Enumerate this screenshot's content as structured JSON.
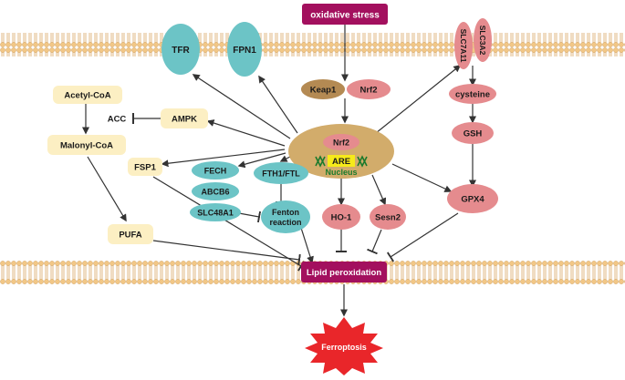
{
  "nodes": {
    "oxidative_stress": "oxidative stress",
    "tfr": "TFR",
    "fpn1": "FPN1",
    "slc7a11": "SLC7A11",
    "slc3a2": "SLC3A2",
    "keap1": "Keap1",
    "nrf2": "Nrf2",
    "nrf2_nucleus": "Nrf2",
    "are": "ARE",
    "nucleus": "Nucleus",
    "cysteine": "cysteine",
    "gsh": "GSH",
    "acetyl_coa": "Acetyl-CoA",
    "acc": "ACC",
    "ampk": "AMPK",
    "malonyl_coa": "Malonyl-CoA",
    "fsp1": "FSP1",
    "fech": "FECH",
    "abcb6": "ABCB6",
    "slc48a1": "SLC48A1",
    "fth1_ftl": "FTH1/FTL",
    "fenton_line1": "Fenton",
    "fenton_line2": "reaction",
    "ho1": "HO-1",
    "sesn2": "Sesn2",
    "gpx4": "GPX4",
    "pufa": "PUFA",
    "lipid_peroxidation": "Lipid peroxidation",
    "ferroptosis": "Ferroptosis"
  },
  "colors": {
    "magenta": "#A3105E",
    "teal": "#6CC4C6",
    "pink": "#E58B8E",
    "cream": "#FCEFC3",
    "keap1": "#B48A53",
    "nucleus": "#D2AC6B",
    "membrane_head": "#F2C786",
    "membrane_tail": "#D9A766",
    "are_box": "#F6EA1A",
    "ferroptosis": "#E9262A",
    "nucleus_text": "#1A7A2C",
    "arrow": "#333333"
  }
}
